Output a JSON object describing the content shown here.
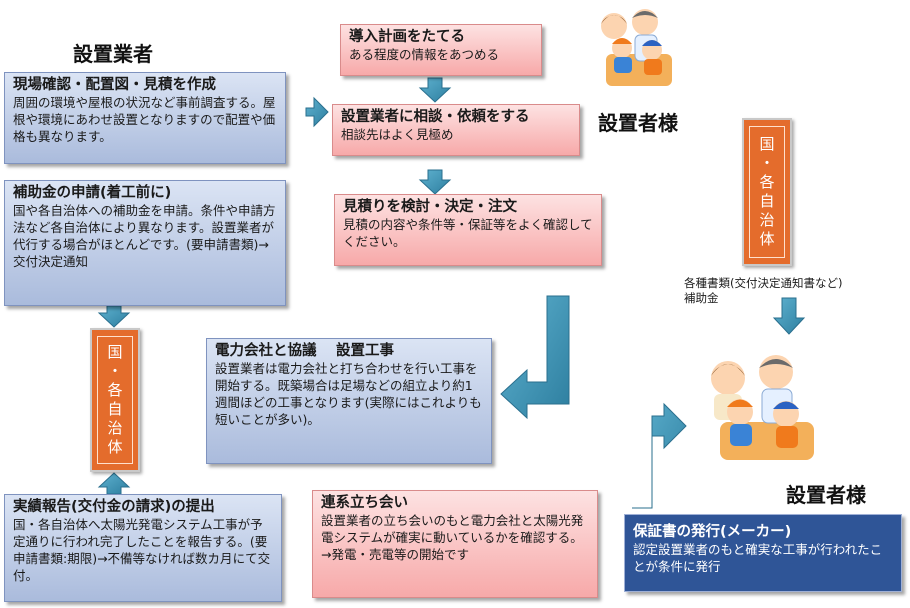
{
  "installer_label": "設置業者",
  "customer_label_top": "設置者様",
  "customer_label_bottom": "設置者様",
  "boxes": {
    "site_check": {
      "title": "現場確認・配置図・見積を作成",
      "body": "周囲の環境や屋根の状況など事前調査する。屋根や環境にあわせ設置となりますので配置や価格も異なります。"
    },
    "subsidy_app": {
      "title": "補助金の申請(着工前に)",
      "body": "国や各自治体への補助金を申請。条件や申請方法など各自治体により異なります。設置業者が代行する場合がほとんどです。(要申請書類)→交付決定通知"
    },
    "report": {
      "title": "実績報告(交付金の請求)の提出",
      "body": "国・各自治体へ太陽光発電システム工事が予定通りに行われ完了したことを報告する。(要申請書類:期限)→不備等なければ数カ月にて交付。"
    },
    "plan": {
      "title": "導入計画をたてる",
      "body": "ある程度の情報をあつめる"
    },
    "consult": {
      "title": "設置業者に相談・依頼をする",
      "body": "相談先はよく見極め"
    },
    "estimate": {
      "title": "見積りを検討・決定・注文",
      "body": "見積の内容や条件等・保証等をよく確認してください。"
    },
    "power_company": {
      "title": "電力会社と協議　 設置工事",
      "body": "設置業者は電力会社と打ち合わせを行い工事を開始する。既築場合は足場などの組立より約1週間ほどの工事となります(実際にはこれよりも短いことが多い)。"
    },
    "grid_connect": {
      "title": "連系立ち会い",
      "body": "設置業者の立ち会いのもと電力会社と太陽光発電システムが確実に動いているかを確認する。→発電・売電等の開始です"
    },
    "warranty": {
      "title": "保証書の発行(メーカー)",
      "body": "認定設置業者のもと確実な工事が行われたことが条件に発行"
    }
  },
  "gov_bar_left": [
    "国",
    "・",
    "各",
    "自",
    "治",
    "体"
  ],
  "gov_bar_right": [
    "国",
    "・",
    "各",
    "自",
    "治",
    "体"
  ],
  "gov_docs_line1": "各種書類(交付決定通知書など)",
  "gov_docs_line2": "補助金",
  "colors": {
    "arrow": "#3d8fb0",
    "gov_bar": "#e46c2c",
    "blue_box": "#c5d2eb",
    "pink_box": "#f9c4c4",
    "warranty_box": "#2f5597"
  },
  "icons": {
    "family_top": "family-illustration",
    "family_bottom": "family-illustration"
  }
}
